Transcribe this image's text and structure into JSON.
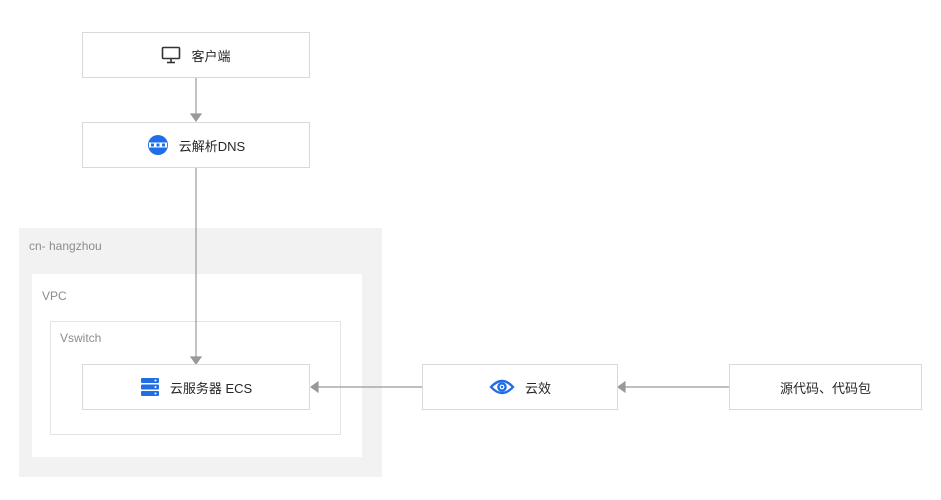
{
  "groups": {
    "region": "cn- hangzhou",
    "vpc": "VPC",
    "vswitch": "Vswitch"
  },
  "nodes": {
    "client": "客户端",
    "dns": "云解析DNS",
    "ecs": "云服务器 ECS",
    "yunxiao": "云效",
    "source": "源代码、代码包"
  },
  "icons": {
    "client": "monitor-icon",
    "dns": "dns-icon",
    "ecs": "server-stack-icon",
    "yunxiao": "devops-eye-icon"
  },
  "colors": {
    "icon_blue": "#1f6ee8",
    "arrow": "#999999",
    "region_bg": "#f2f2f2",
    "border": "#d9d9d9"
  }
}
